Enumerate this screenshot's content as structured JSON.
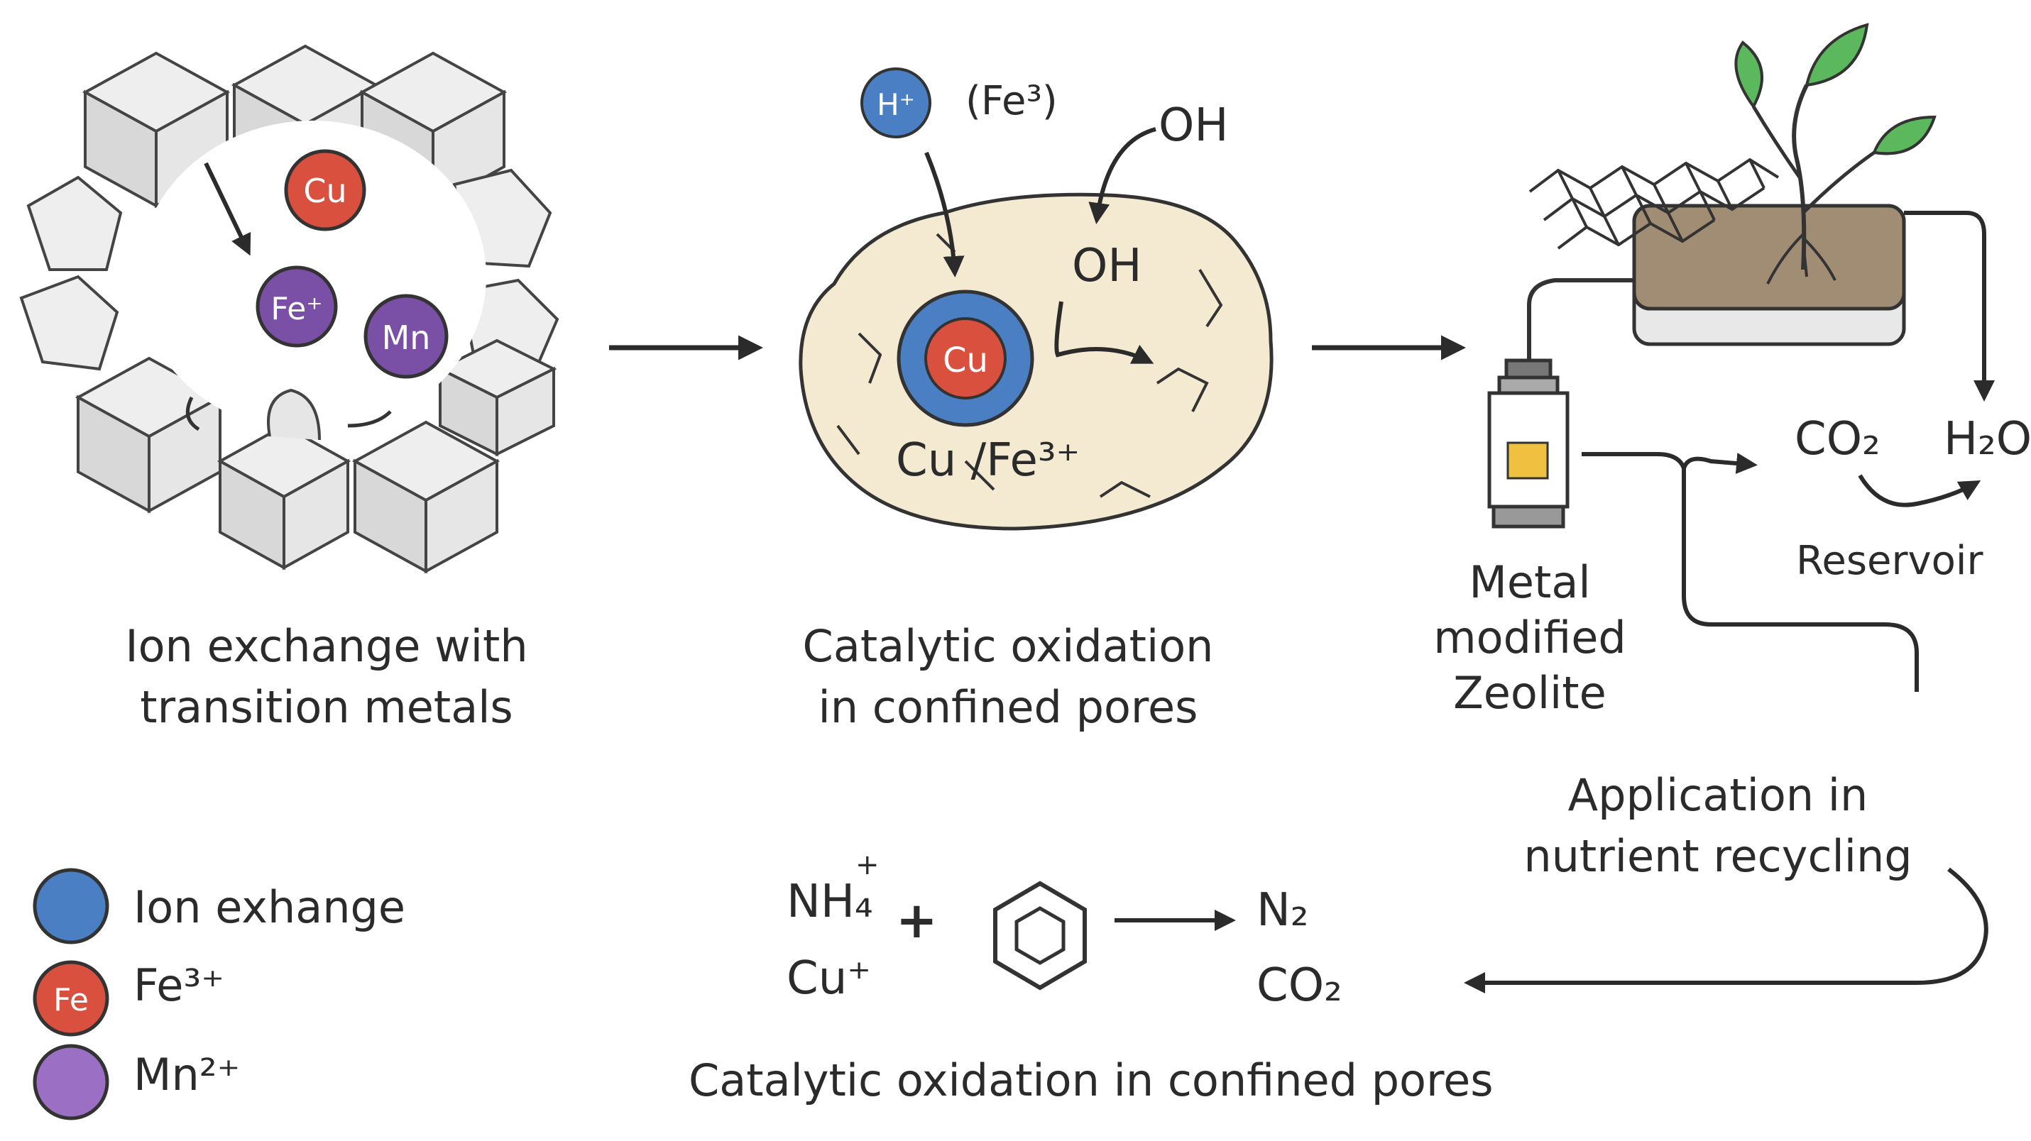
{
  "panel1": {
    "ions": {
      "cu": "Cu",
      "fe": "Fe⁺",
      "mn": "Mn"
    },
    "caption_line1": "Ion exchange with",
    "caption_line2": "transition metals"
  },
  "panel2": {
    "h_ion": "H⁺",
    "fe3_paren": "(Fe³)",
    "oh_top": "OH",
    "oh_mid": "OH",
    "core_label": "Cu",
    "bottom_label": "Cu /Fe³⁺",
    "caption_line1": "Catalytic oxidation",
    "caption_line2": "in confined pores"
  },
  "panel3": {
    "zeolite_line1": "Metal",
    "zeolite_line2": "modified",
    "zeolite_line3": "Zeolite",
    "co2": "CO₂",
    "h2o": "H₂O",
    "reservoir": "Reservoir",
    "app_line1": "Application in",
    "app_line2": "nutrient recycling"
  },
  "legend": {
    "items": [
      {
        "icon_text": "",
        "label": "Ion exhange",
        "color": "#4a7fc4"
      },
      {
        "icon_text": "Fe",
        "label": "Fe³⁺",
        "color": "#d9503e"
      },
      {
        "icon_text": "",
        "label": "Mn²⁺",
        "color": "#9b6fc4"
      }
    ]
  },
  "reaction": {
    "nh4": "NH₄",
    "nh4_charge": "+",
    "plus": "+",
    "cu_plus": "Cu⁺",
    "n2": "N₂",
    "co2": "CO₂",
    "caption": "Catalytic oxidation in confined pores"
  },
  "colors": {
    "blue": "#4a7fc4",
    "red": "#d9503e",
    "purple": "#7a4fa6",
    "cream": "#f4ead2",
    "green": "#5cb85c",
    "soil": "#a08d74",
    "gold": "#f0c040"
  }
}
